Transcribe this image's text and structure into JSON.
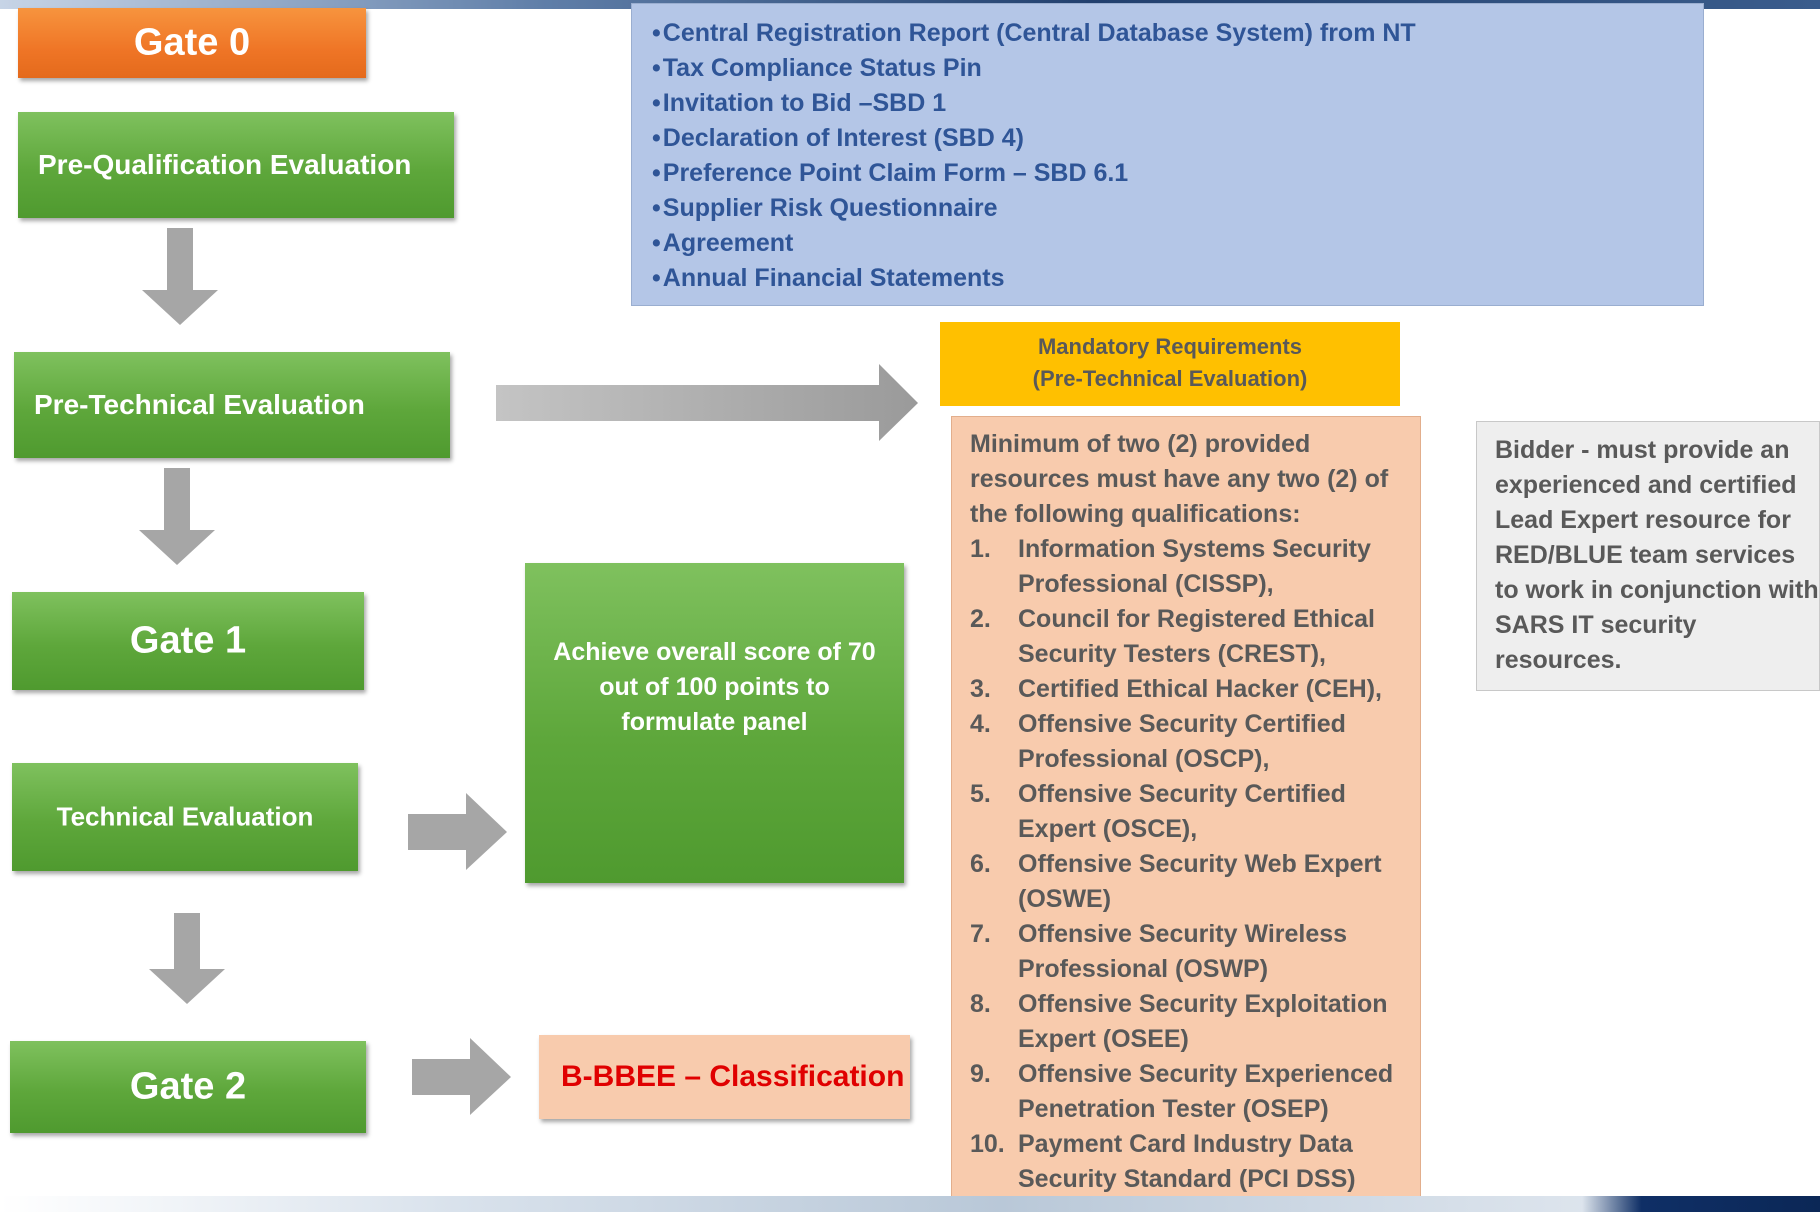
{
  "colors": {
    "green": "#5ea73b",
    "orange": "#ef7526",
    "blue_box": "#b4c6e7",
    "blue_text": "#2f5597",
    "yellow": "#ffc000",
    "peach": "#f8cbad",
    "grey_box": "#eeeeee",
    "red_text": "#e00000",
    "arrow": "#a6a6a6"
  },
  "flow": {
    "gate0": "Gate 0",
    "pre_qualification": "Pre-Qualification Evaluation",
    "pre_technical": "Pre-Technical Evaluation",
    "gate1": "Gate 1",
    "technical": "Technical Evaluation",
    "gate2": "Gate 2"
  },
  "documents": [
    "Central Registration Report (Central Database System) from NT",
    "Tax Compliance Status Pin",
    "Invitation to Bid –SBD 1",
    "Declaration of Interest (SBD 4)",
    "Preference Point Claim Form – SBD 6.1",
    "Supplier Risk Questionnaire",
    "Agreement",
    "Annual Financial Statements"
  ],
  "mandatory": {
    "line1": "Mandatory Requirements",
    "line2": "(Pre-Technical Evaluation)"
  },
  "qualifications": {
    "intro": "Minimum of two (2) provided resources must have any two (2) of the following qualifications:",
    "items": [
      {
        "num": "1.",
        "text": "Information Systems Security Professional (CISSP),"
      },
      {
        "num": "2.",
        "text": "Council for Registered Ethical Security Testers (CREST),"
      },
      {
        "num": "3.",
        "text": "Certified Ethical Hacker (CEH),"
      },
      {
        "num": "4.",
        "text": "Offensive Security Certified Professional (OSCP),"
      },
      {
        "num": "5.",
        "text": "Offensive Security Certified Expert (OSCE),"
      },
      {
        "num": "6.",
        "text": "Offensive Security Web Expert (OSWE)"
      },
      {
        "num": "7.",
        "text": "Offensive Security Wireless Professional (OSWP)"
      },
      {
        "num": "8.",
        "text": "Offensive Security Exploitation Expert (OSEE)"
      },
      {
        "num": "9.",
        "text": "Offensive Security Experienced Penetration Tester (OSEP)"
      },
      {
        "num": "10.",
        "text": "Payment Card Industry Data Security Standard (PCI DSS)"
      }
    ]
  },
  "bidder_note": "Bidder - must provide an experienced and certified Lead Expert resource for RED/BLUE team services to work in conjunction with SARS IT security resources.",
  "score_note": "Achieve  overall score of 70 out of 100 points to formulate panel",
  "bbbee": "B-BBEE – Classification"
}
